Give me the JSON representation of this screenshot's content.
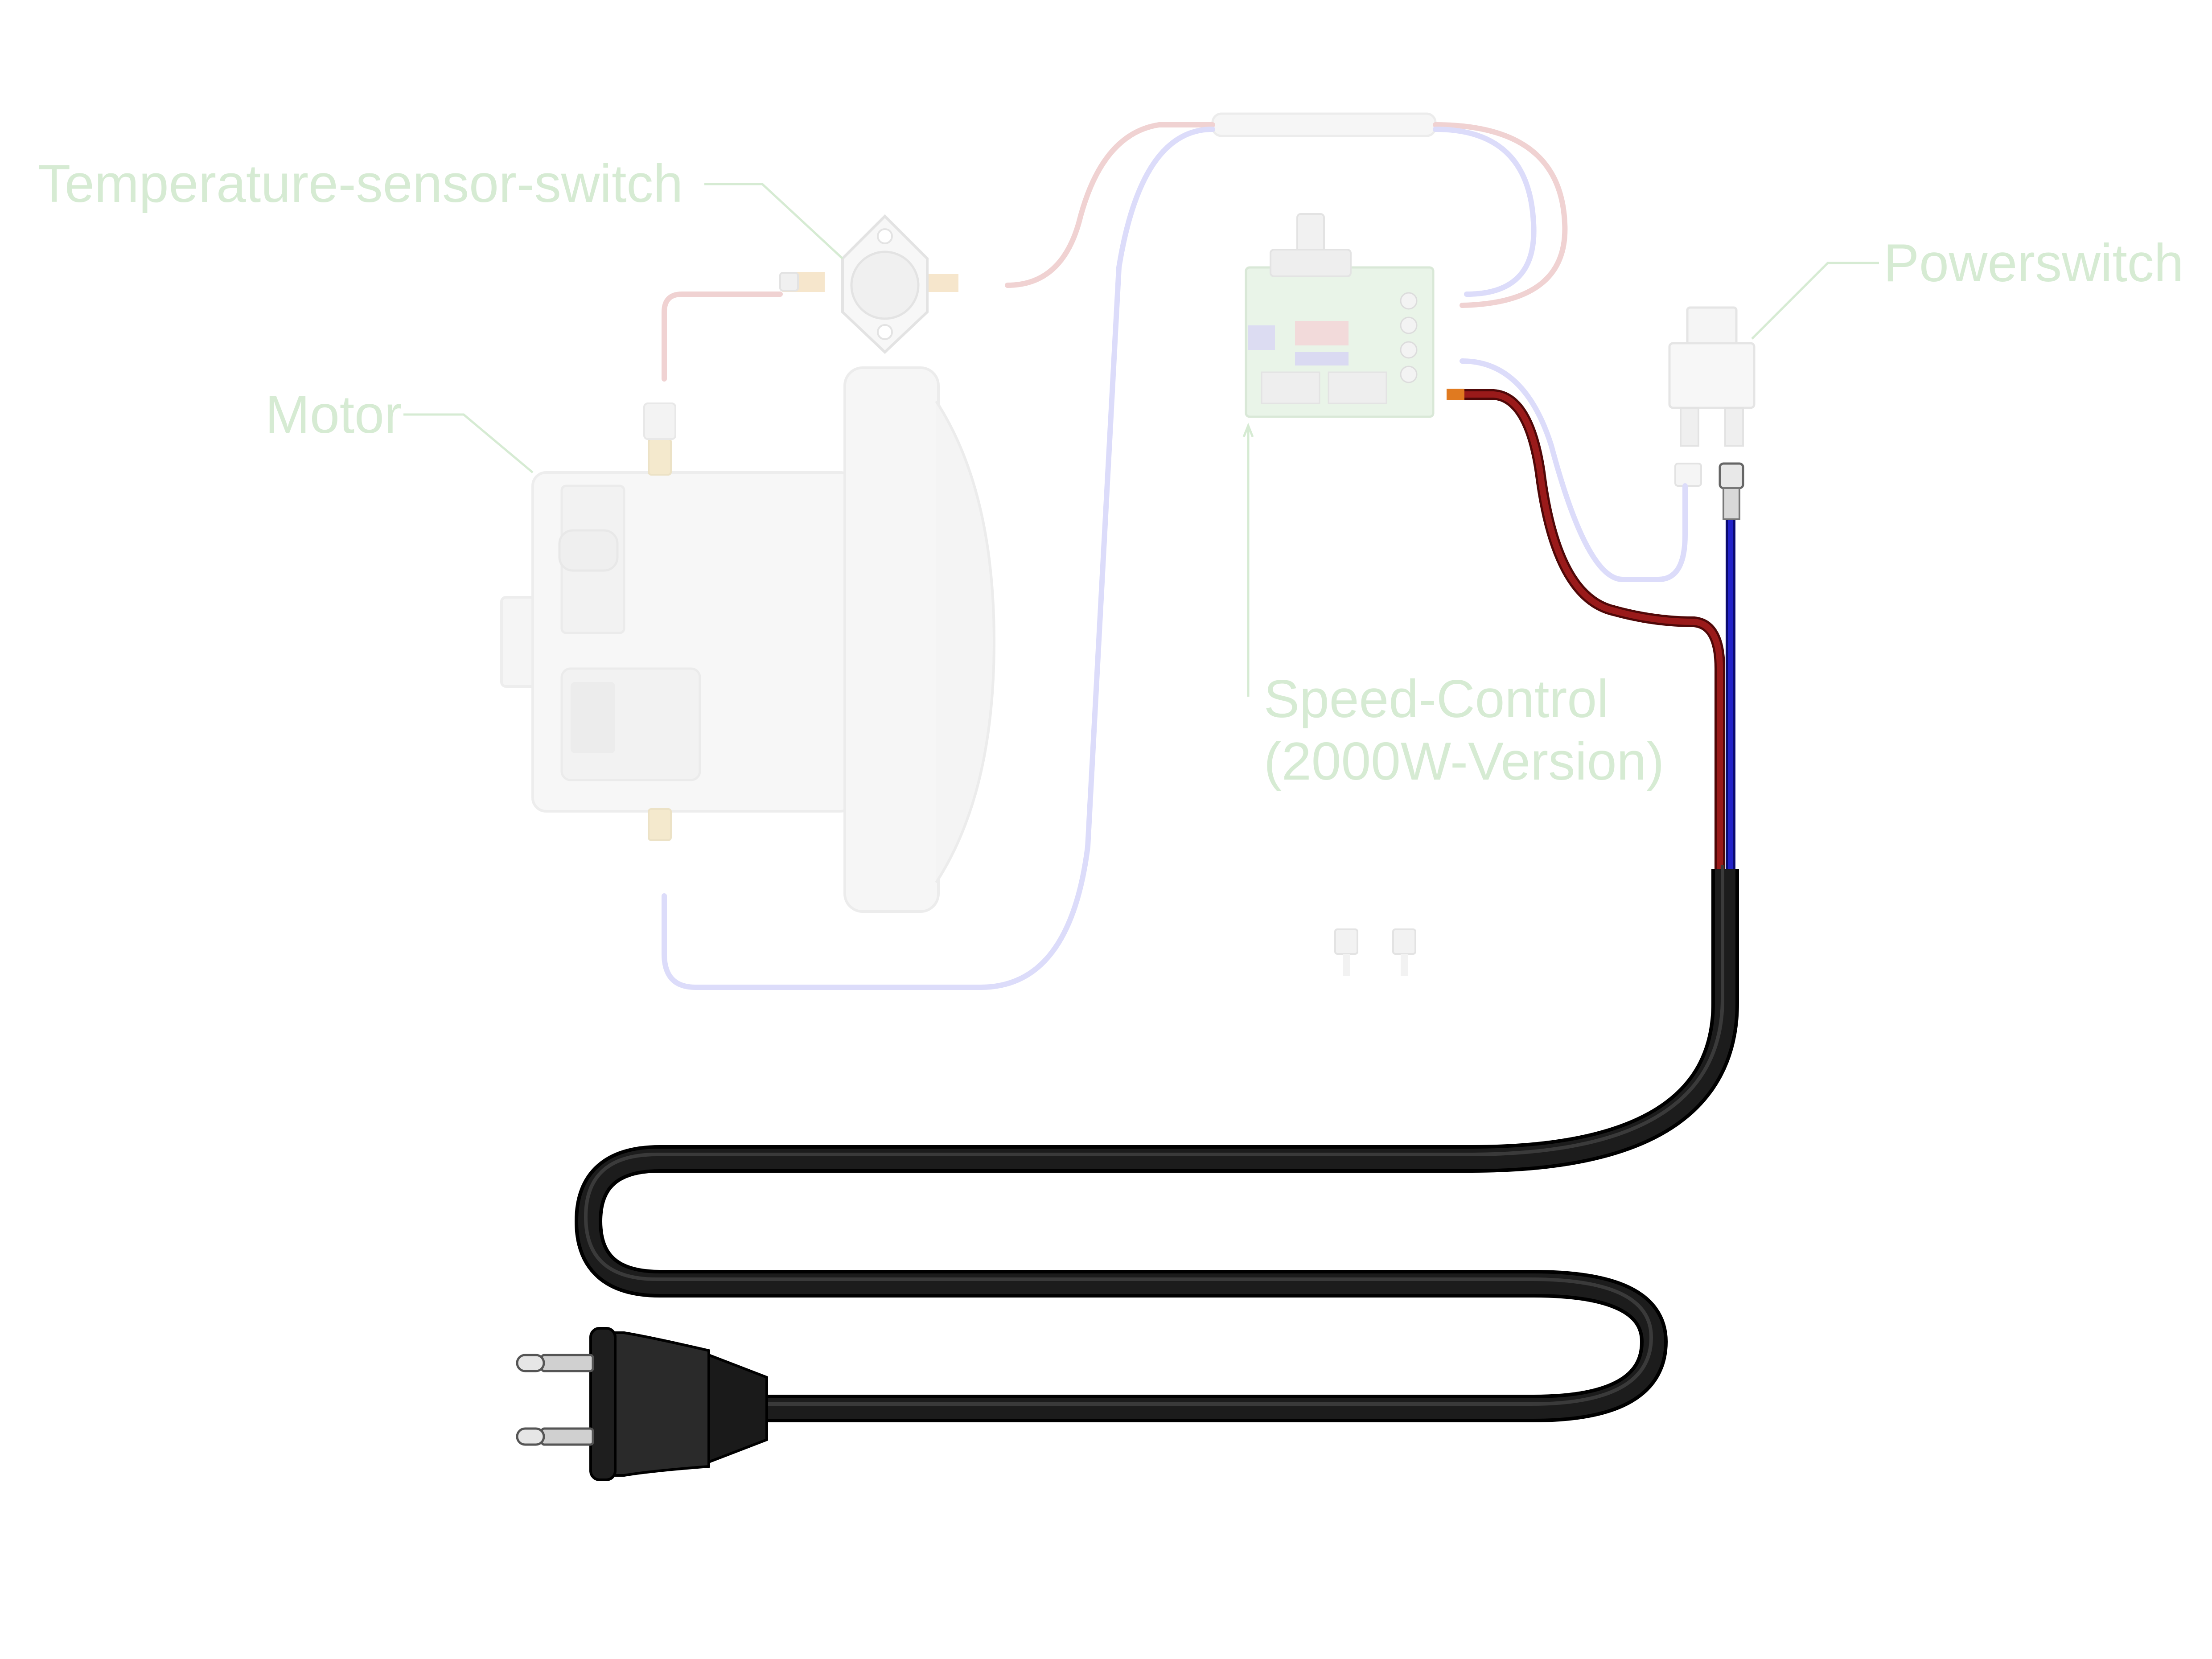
{
  "labels": {
    "temperature_switch": "Temperature-sensor-switch",
    "motor": "Motor",
    "speed_control_line1": "Speed-Control",
    "speed_control_line2": "(2000W-Version)",
    "powerswitch": "Powerswitch"
  },
  "colors": {
    "faded_label": "#d6ebd3",
    "live_wire": "#8b1414",
    "neutral_wire": "#1a1ab8",
    "cable": "#111111",
    "faded_red_wire": "#f0d2d2",
    "faded_blue_wire": "#dcdcfa"
  },
  "icons": [
    "motor-icon",
    "thermostat-icon",
    "speed-controller-board-icon",
    "power-switch-icon",
    "plug-icon",
    "connector-icon"
  ]
}
